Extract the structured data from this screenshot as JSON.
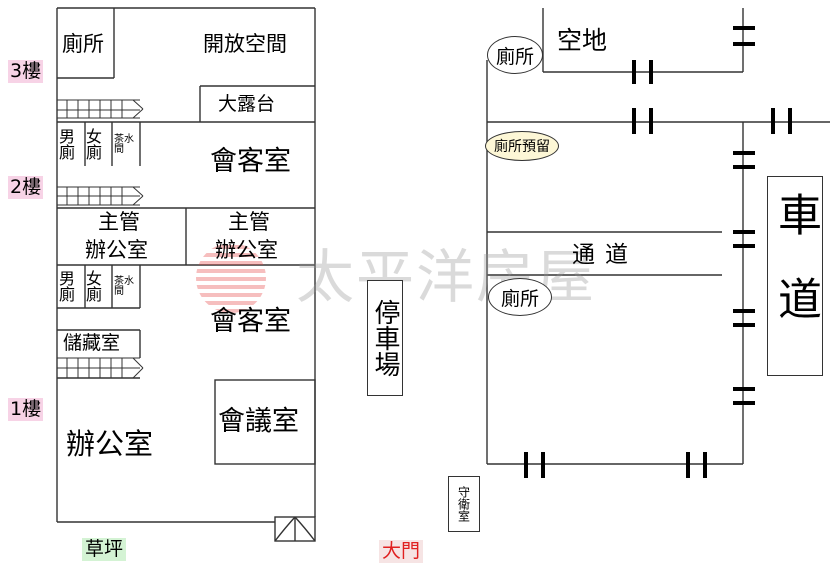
{
  "floors": {
    "f3": "3樓",
    "f2": "2樓",
    "f1": "1樓"
  },
  "left_building": {
    "toilet_3f": "廁所",
    "open_space": "開放空間",
    "terrace": "大露台",
    "male_top": "男廁",
    "female_top": "女廁",
    "tea_room_top": "茶水間",
    "reception_top": "會客室",
    "office_a_line1": "主管",
    "office_a_line2": "辦公室",
    "office_b_line1": "主管",
    "office_b_line2": "辦公室",
    "male_mid": "男廁",
    "female_mid": "女廁",
    "tea_room_mid": "茶水間",
    "reception_mid": "會客室",
    "storage": "儲藏室",
    "meeting_room": "會議室",
    "office_1f": "辦公室"
  },
  "parking": "停車場",
  "right_building": {
    "toilet_top": "廁所",
    "vacant_land": "空地",
    "toilet_reserved": "廁所預留",
    "passage": "通道",
    "toilet_mid": "廁所"
  },
  "driveway": "車道",
  "guard_room": "守衛室",
  "lawn": "草坪",
  "main_gate": "大門",
  "watermark": "太平洋房屋",
  "colors": {
    "floor_tag": "#f7d3e6",
    "lawn_tag": "#d4f3d4",
    "gate_text": "#e02020",
    "line": "#333333"
  }
}
